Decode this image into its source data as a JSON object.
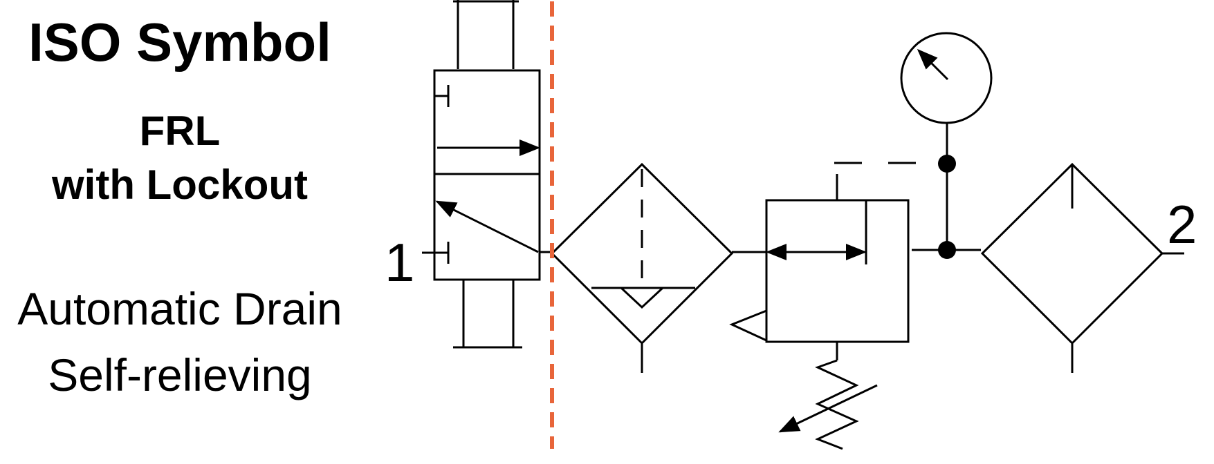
{
  "text": {
    "title": "ISO Symbol",
    "subtitle_line1": "FRL",
    "subtitle_line2": "with Lockout",
    "description_line1": "Automatic Drain",
    "description_line2": "Self-relieving"
  },
  "ports": {
    "inlet": "1",
    "outlet": "2"
  },
  "colors": {
    "line": "#000000",
    "divider": "#e8653a",
    "background": "#ffffff"
  }
}
